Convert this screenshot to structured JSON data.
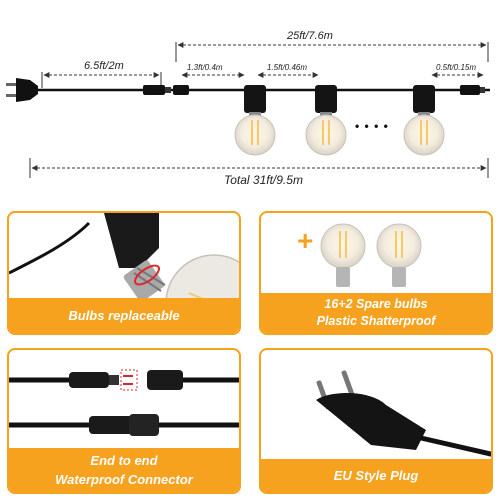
{
  "dimensions": {
    "total_string": "25ft/7.6m",
    "lead_cord": "6.5ft/2m",
    "first_gap": "1.3ft/0.4m",
    "bulb_spacing": "1.5ft/0.46m",
    "end_gap": "0.5ft/0.15m",
    "total_length": "Total 31ft/9.5m"
  },
  "features": [
    {
      "line1": "Bulbs replaceable",
      "line2": ""
    },
    {
      "line1": "16+2 Spare bulbs",
      "line2": "Plastic Shatterproof"
    },
    {
      "line1": "End to end",
      "line2": "Waterproof Connector"
    },
    {
      "line1": "EU Style Plug",
      "line2": ""
    }
  ],
  "plus_sign": "+",
  "ellipsis": "• • • •",
  "colors": {
    "accent": "#f6a21f",
    "cable": "#111111",
    "dim_line": "#333333",
    "bulb_glow": "#f3c96b"
  },
  "icons": [
    "eu-plug-icon",
    "connector-icon",
    "bulb-icon",
    "rotate-arrow-icon"
  ]
}
